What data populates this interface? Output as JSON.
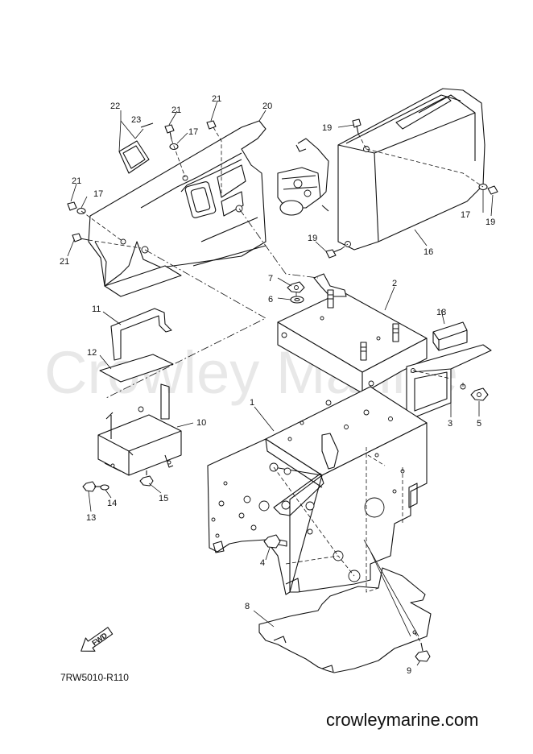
{
  "diagram": {
    "code": "7RW5010-R110",
    "watermark": "Crowley Marine",
    "footer": "crowleymarine.com",
    "fwd_label": "FWD",
    "callouts": [
      {
        "id": "c1",
        "label": "1"
      },
      {
        "id": "c2",
        "label": "2"
      },
      {
        "id": "c3",
        "label": "3"
      },
      {
        "id": "c4",
        "label": "4"
      },
      {
        "id": "c5",
        "label": "5"
      },
      {
        "id": "c6",
        "label": "6"
      },
      {
        "id": "c7",
        "label": "7"
      },
      {
        "id": "c8",
        "label": "8"
      },
      {
        "id": "c9",
        "label": "9"
      },
      {
        "id": "c10",
        "label": "10"
      },
      {
        "id": "c11",
        "label": "11"
      },
      {
        "id": "c12",
        "label": "12"
      },
      {
        "id": "c13",
        "label": "13"
      },
      {
        "id": "c14",
        "label": "14"
      },
      {
        "id": "c15",
        "label": "15"
      },
      {
        "id": "c16",
        "label": "16"
      },
      {
        "id": "c17a",
        "label": "17"
      },
      {
        "id": "c17b",
        "label": "17"
      },
      {
        "id": "c17c",
        "label": "17"
      },
      {
        "id": "c18",
        "label": "18"
      },
      {
        "id": "c19a",
        "label": "19"
      },
      {
        "id": "c19b",
        "label": "19"
      },
      {
        "id": "c19c",
        "label": "19"
      },
      {
        "id": "c20",
        "label": "20"
      },
      {
        "id": "c21a",
        "label": "21"
      },
      {
        "id": "c21b",
        "label": "21"
      },
      {
        "id": "c21c",
        "label": "21"
      },
      {
        "id": "c21d",
        "label": "21"
      },
      {
        "id": "c22",
        "label": "22"
      },
      {
        "id": "c23",
        "label": "23"
      }
    ]
  }
}
